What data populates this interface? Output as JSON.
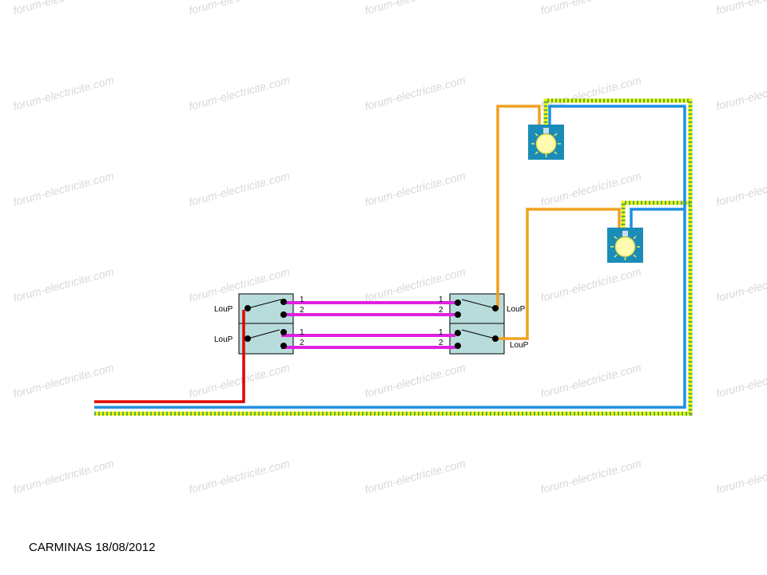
{
  "watermark": "forum-electricite.com",
  "switch_label": "LouP",
  "terminal_labels": [
    "1",
    "2"
  ],
  "footer": "CARMINAS 18/08/2012",
  "colors": {
    "phase": "#e00000",
    "neutral": "#1e90e0",
    "earth_a": "#f0f000",
    "earth_b": "#50b050",
    "return": "#f0a020",
    "traveller": "#e020e0",
    "switch_box": "#b8dcdc",
    "lamp_box": "#1a8cb8"
  }
}
